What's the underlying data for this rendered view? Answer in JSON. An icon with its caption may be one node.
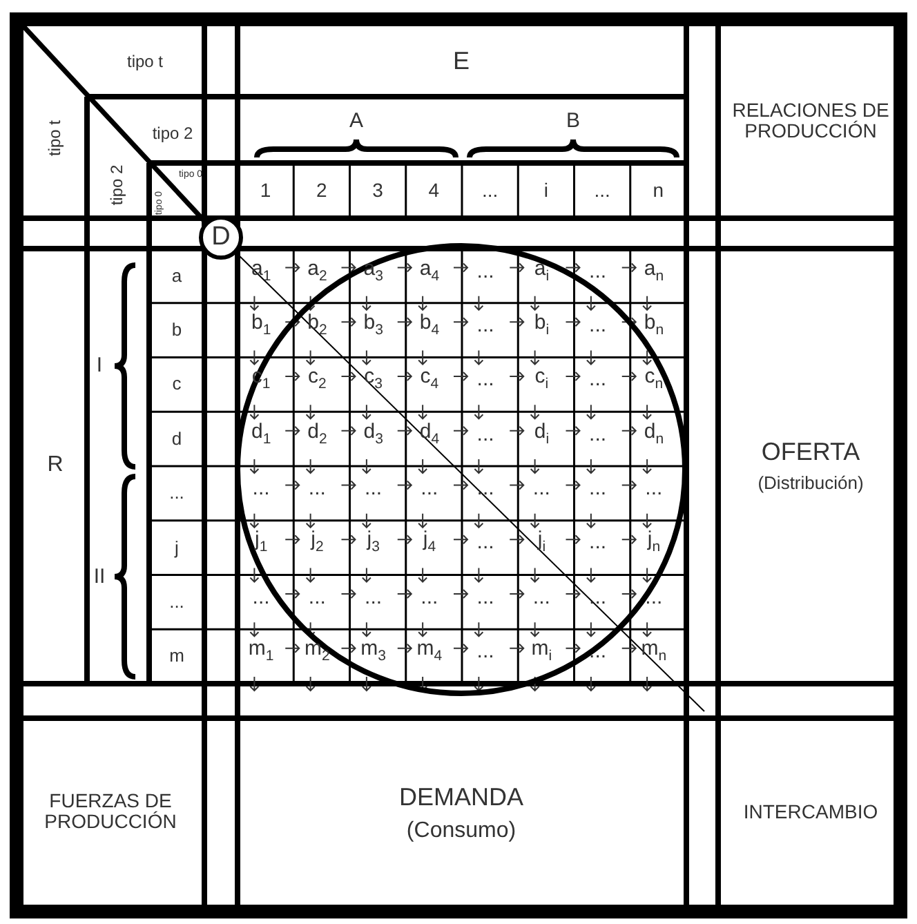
{
  "diagram": {
    "nodes": [
      {
        "text": [
          "D"
        ]
      }
    ],
    "labels": [
      "tipo t",
      "tipo t",
      "tipo 2",
      "tipo 2",
      "tipo 0",
      "tipo 0",
      "E",
      "A",
      "B",
      "1",
      "2",
      "3",
      "4",
      "...",
      "i",
      "...",
      "n",
      "RELACIONES DE PRODUCCIÓN",
      "R",
      "I",
      "II",
      "a",
      "b",
      "c",
      "d",
      "...",
      "j",
      "...",
      "m",
      "a$_{1}$",
      "a$_{2}$",
      "a$_{3}$",
      "a$_{4}$",
      "...",
      "a$_{i}$",
      "...",
      "a$_{n}$",
      "b$_{1}$",
      "b$_{2}$",
      "b$_{3}$",
      "b$_{4}$",
      "...",
      "b$_{i}$",
      "...",
      "b$_{n}$",
      "c$_{1}$",
      "c$_{2}$",
      "c$_{3}$",
      "c$_{4}$",
      "...",
      "c$_{i}$",
      "...",
      "c$_{n}$",
      "d$_{1}$",
      "d$_{2}$",
      "d$_{3}$",
      "d$_{4}$",
      "...",
      "d$_{i}$",
      "...",
      "d$_{n}$",
      "...",
      "...",
      "...",
      "...",
      "...",
      "...",
      "...",
      "...",
      "j$_{1}$",
      "j$_{2}$",
      "j$_{3}$",
      "j$_{4}$",
      "...",
      "j$_{i}$",
      "...",
      "j$_{n}$",
      "...",
      "...",
      "...",
      "...",
      "...",
      "...",
      "...",
      "...",
      "m$_{1}$",
      "m$_{2}$",
      "m$_{3}$",
      "m$_{4}$",
      "...",
      "m$_{i}$",
      "...",
      "m$_{n}$",
      "OFERTA",
      "(Distribución)",
      "FUERZAS DE PRODUCCIÓN",
      "DEMANDA",
      "(Consumo)",
      "INTERCAMBIO"
    ]
  }
}
